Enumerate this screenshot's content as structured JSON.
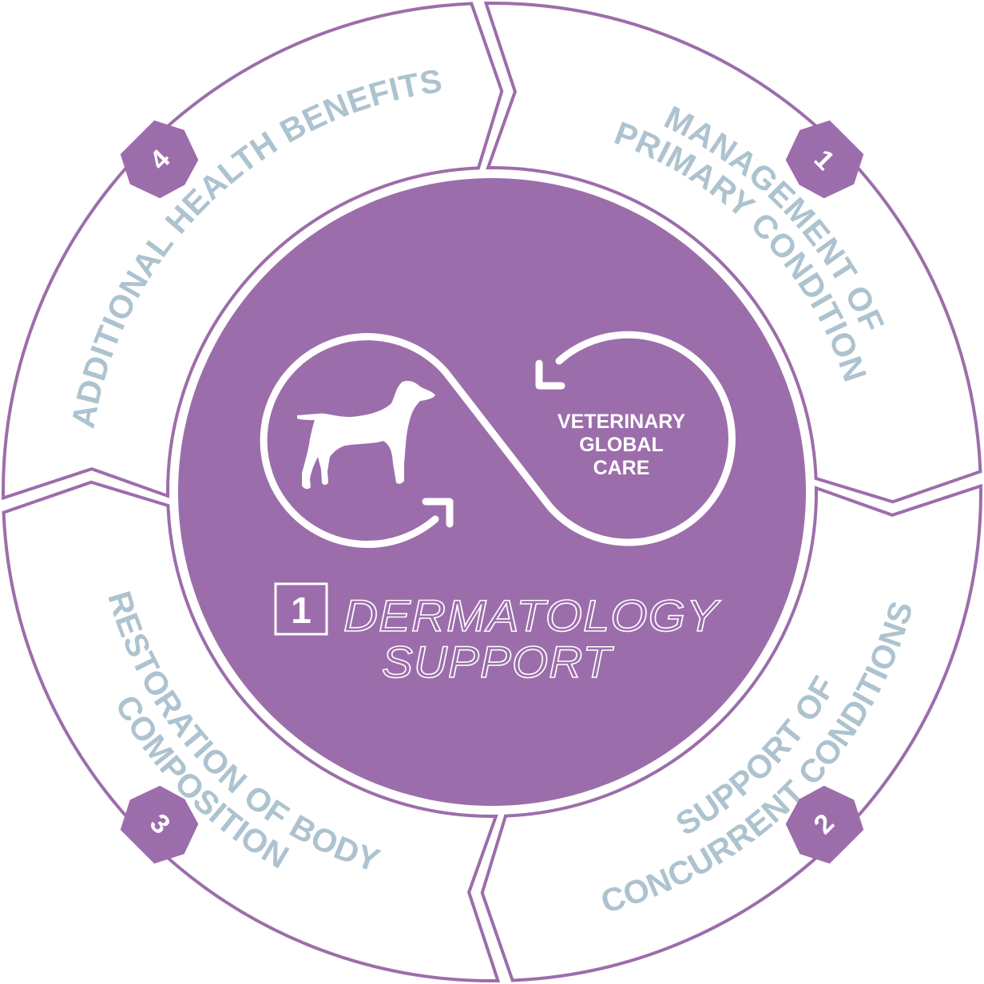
{
  "colors": {
    "purple": "#9c6dab",
    "label": "#adc3cf",
    "white": "#ffffff"
  },
  "center": {
    "icons": [
      "dog-icon",
      "infinity-loop-icon",
      "arrow-icon"
    ],
    "loop_label": [
      "VETERINARY",
      "GLOBAL",
      "CARE"
    ],
    "number": "1",
    "title_lines": [
      "DERMATOLOGY",
      "SUPPORT"
    ]
  },
  "segments": [
    {
      "number": "1",
      "lines": [
        "MANAGEMENT OF",
        "PRIMARY CONDITION"
      ]
    },
    {
      "number": "2",
      "lines": [
        "SUPPORT OF",
        "CONCURRENT CONDITIONS"
      ]
    },
    {
      "number": "3",
      "lines": [
        "RESTORATION OF BODY",
        "COMPOSITION"
      ]
    },
    {
      "number": "4",
      "lines": [
        "ADDITIONAL HEALTH BENEFITS"
      ]
    }
  ]
}
